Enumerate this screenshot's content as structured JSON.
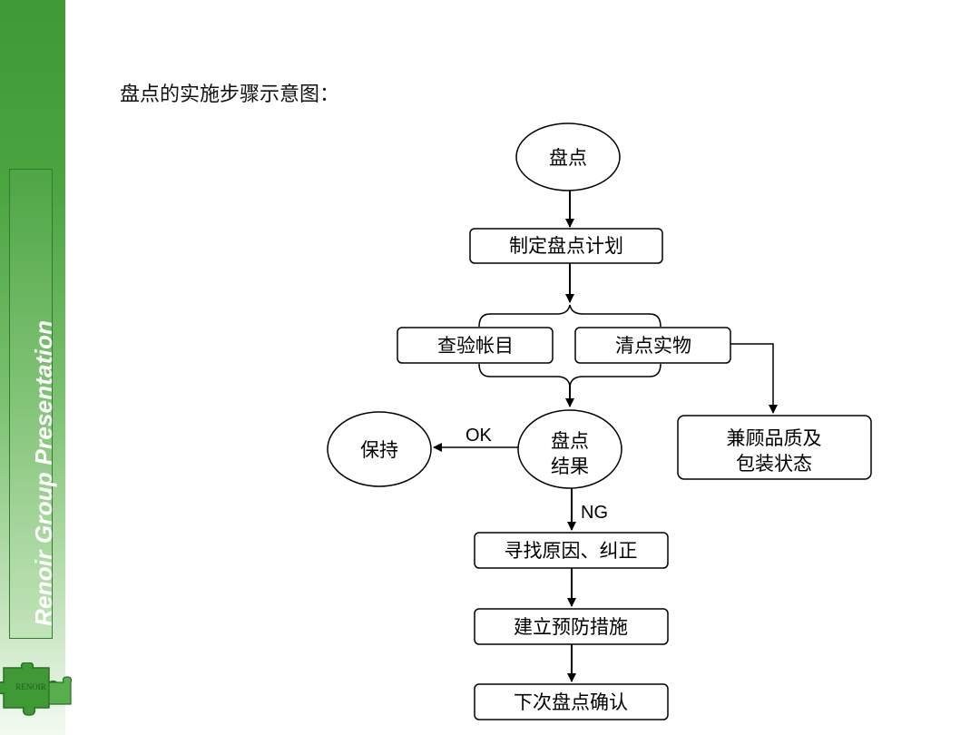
{
  "sidebar": {
    "brand_text": "Renoir Group Presentation",
    "logo_text": "RENOIR",
    "accent_color": "#4aa440"
  },
  "slide": {
    "title": "盘点的实施步骤示意图："
  },
  "flowchart": {
    "nodes": {
      "start": "盘点",
      "plan": "制定盘点计划",
      "check_accounts": "查验帐目",
      "count_items": "清点实物",
      "result_line1": "盘点",
      "result_line2": "结果",
      "keep": "保持",
      "quality_line1": "兼顾品质及",
      "quality_line2": "包装状态",
      "find_cause": "寻找原因、纠正",
      "prevent": "建立预防措施",
      "next_confirm": "下次盘点确认"
    },
    "edge_labels": {
      "ok": "OK",
      "ng": "NG"
    }
  }
}
